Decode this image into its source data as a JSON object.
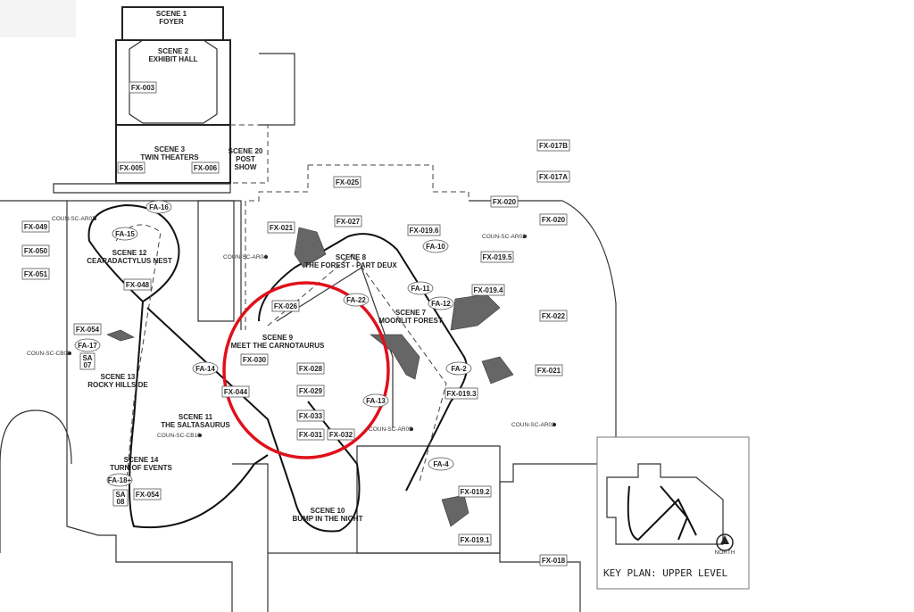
{
  "scenes": {
    "s1": [
      "SCENE 1",
      "FOYER"
    ],
    "s2": [
      "SCENE 2",
      "EXHIBIT HALL"
    ],
    "s3": [
      "SCENE 3",
      "TWIN THEATERS"
    ],
    "s20": [
      "SCENE 20",
      "POST",
      "SHOW"
    ],
    "s12": [
      "SCENE 12",
      "CEARADACTYLUS NEST"
    ],
    "s13": [
      "SCENE 13",
      "ROCKY HILLSIDE"
    ],
    "s11": [
      "SCENE 11",
      "THE SALTASAURUS"
    ],
    "s14": [
      "SCENE 14",
      "TURN OF EVENTS"
    ],
    "s9": [
      "SCENE 9",
      "MEET THE CARNOTAURUS"
    ],
    "s8": [
      "SCENE 8",
      "THE FOREST - PART DEUX"
    ],
    "s7": [
      "SCENE 7",
      "MOONLIT FOREST"
    ],
    "s10": [
      "SCENE 10",
      "BUMP IN THE NIGHT"
    ]
  },
  "fx": [
    "FX-003",
    "FX-005",
    "FX-006",
    "FX-025",
    "FX-027",
    "FX-021",
    "FX-019.6",
    "FX-020",
    "FX-020",
    "FX-017B",
    "FX-017A",
    "FX-019.5",
    "FX-019.4",
    "FX-022",
    "FX-021",
    "FX-019.3",
    "FX-026",
    "FX-030",
    "FX-028",
    "FX-029",
    "FX-033",
    "FX-031",
    "FX-032",
    "FX-044",
    "FX-048",
    "FX-049",
    "FX-050",
    "FX-051",
    "FX-054",
    "FX-054",
    "FX-019.2",
    "FX-019.1",
    "FX-018"
  ],
  "fa": [
    "FA-16",
    "FA-15",
    "FA-17",
    "FA-14",
    "FA-18+",
    "FA-10",
    "FA-11",
    "FA-12",
    "FA-22",
    "FA-2",
    "FA-13",
    "FA-4"
  ],
  "sa": [
    [
      "SA",
      "07"
    ],
    [
      "SA",
      "08"
    ]
  ],
  "coun": [
    "COUN-SC-AR07",
    "COUN-SC-AR04",
    "COUN-SC-CB08",
    "COUN-SC-CB10",
    "COUN-SC-AR03",
    "COUN-SC-AR05",
    "COUN-SC-AR02"
  ],
  "key_plan": {
    "title": "KEY PLAN: UPPER LEVEL",
    "north": "NORTH"
  },
  "highlight_color": "#e0101a"
}
